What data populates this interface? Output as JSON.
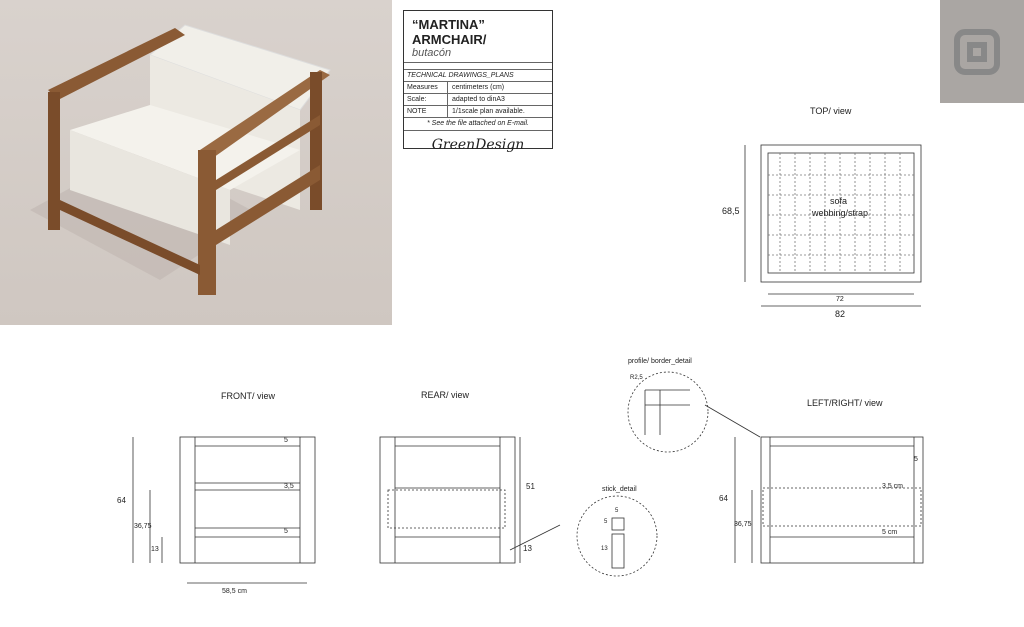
{
  "title_block": {
    "title": "“MARTINA” ARMCHAIR/",
    "subtitle": "butacón",
    "section": "TECHNICAL DRAWINGS_PLANS",
    "rows": [
      {
        "k": "Measures",
        "v": "centimeters (cm)"
      },
      {
        "k": "Scale:",
        "v": "adapted to dinA3"
      },
      {
        "k": "NOTE",
        "v": "1/1scale plan available."
      }
    ],
    "note": "* See the file attached on E-mail.",
    "brand": "GreenDesign"
  },
  "top_view": {
    "label": "TOP/ view",
    "center": "sofa",
    "center2": "webbing/strap",
    "depth": "68,5",
    "inner_width": "72",
    "width": "82"
  },
  "front_view": {
    "label": "FRONT/ view",
    "height": "64",
    "seat": "36,75",
    "leg": "13",
    "d1": "5",
    "d2": "3,5",
    "d3": "5",
    "width": "58,5 cm"
  },
  "rear_view": {
    "label": "REAR/ view",
    "h1": "51",
    "h2": "13"
  },
  "profile_detail": {
    "label": "profile/ border_detail",
    "radius": "R2,5"
  },
  "stick_detail": {
    "label": "stick_detail",
    "w": "5",
    "h": "5",
    "h2": "13"
  },
  "side_view": {
    "label": "LEFT/RIGHT/ view",
    "height": "64",
    "seat": "36,75",
    "d1": "5",
    "d2": "3,5 cm",
    "d3": "5 cm"
  },
  "colors": {
    "wood": "#8a5a34",
    "cushion": "#f1efe9",
    "background": "#d6cfca"
  }
}
